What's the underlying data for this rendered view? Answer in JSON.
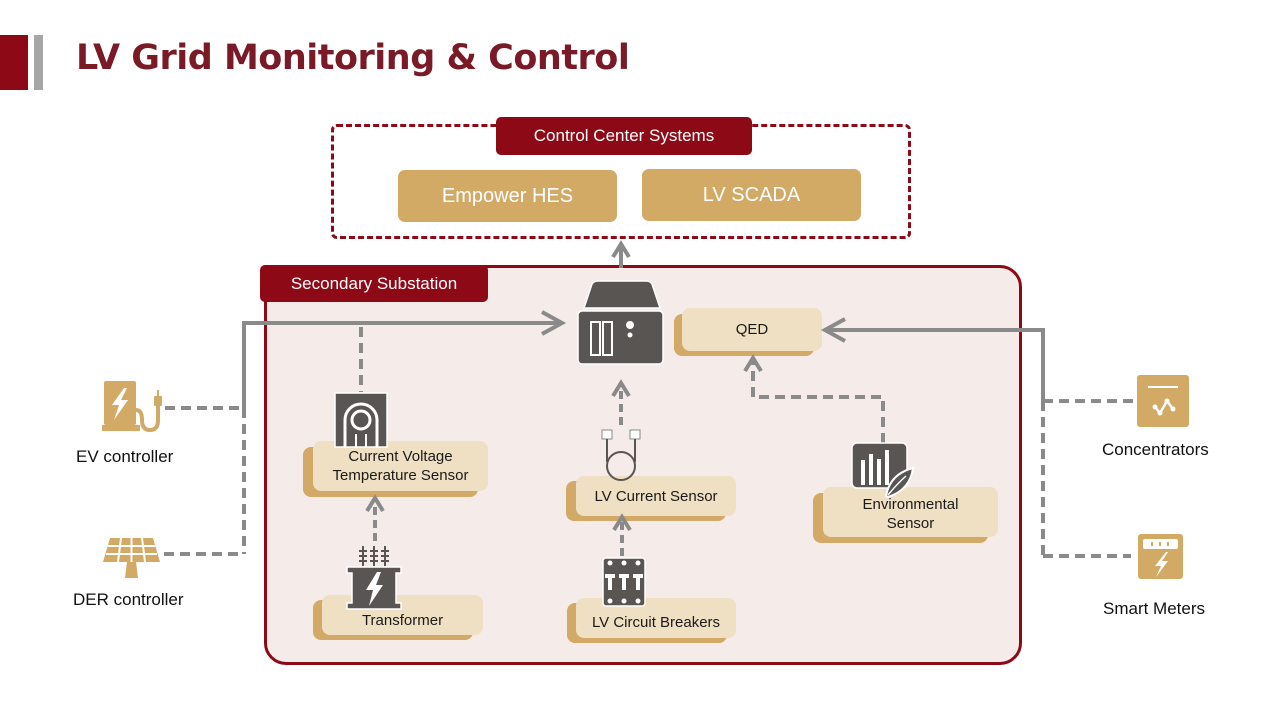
{
  "header": {
    "title": "LV Grid Monitoring & Control"
  },
  "control_center": {
    "label": "Control Center Systems",
    "systems": [
      {
        "label": "Empower  HES"
      },
      {
        "label": "LV SCADA"
      }
    ]
  },
  "substation": {
    "label": "Secondary Substation",
    "gateway": {
      "icon": "rtu-gateway-icon"
    },
    "components": {
      "qed": {
        "label": "QED"
      },
      "cvt_sensor": {
        "label_line1": "Current  Voltage",
        "label_line2": "Temperature  Sensor",
        "icon": "sensor-clamp-icon"
      },
      "transformer": {
        "label": "Transformer",
        "icon": "transformer-icon"
      },
      "lv_current_sensor": {
        "label": "LV Current  Sensor",
        "icon": "current-loop-icon"
      },
      "lv_circuit_breakers": {
        "label": "LV Circuit Breakers",
        "icon": "circuit-breaker-icon"
      },
      "environmental_sensor": {
        "label_line1": "Environmental",
        "label_line2": "Sensor",
        "icon": "environmental-chart-leaf-icon"
      }
    }
  },
  "external": {
    "ev_controller": {
      "label": "EV controller",
      "icon": "ev-charger-icon"
    },
    "der_controller": {
      "label": "DER controller",
      "icon": "solar-panel-icon"
    },
    "concentrators": {
      "label": "Concentrators",
      "icon": "concentrator-icon"
    },
    "smart_meters": {
      "label": "Smart Meters",
      "icon": "smart-meter-icon"
    }
  },
  "colors": {
    "brand_red": "#8e0916",
    "title_red": "#7a1a27",
    "gold": "#d3a966",
    "card_beige": "#efdfc3",
    "substation_bg": "#f5ebe8",
    "icon_dark": "#595553",
    "connector_grey": "#8a8a8a"
  }
}
